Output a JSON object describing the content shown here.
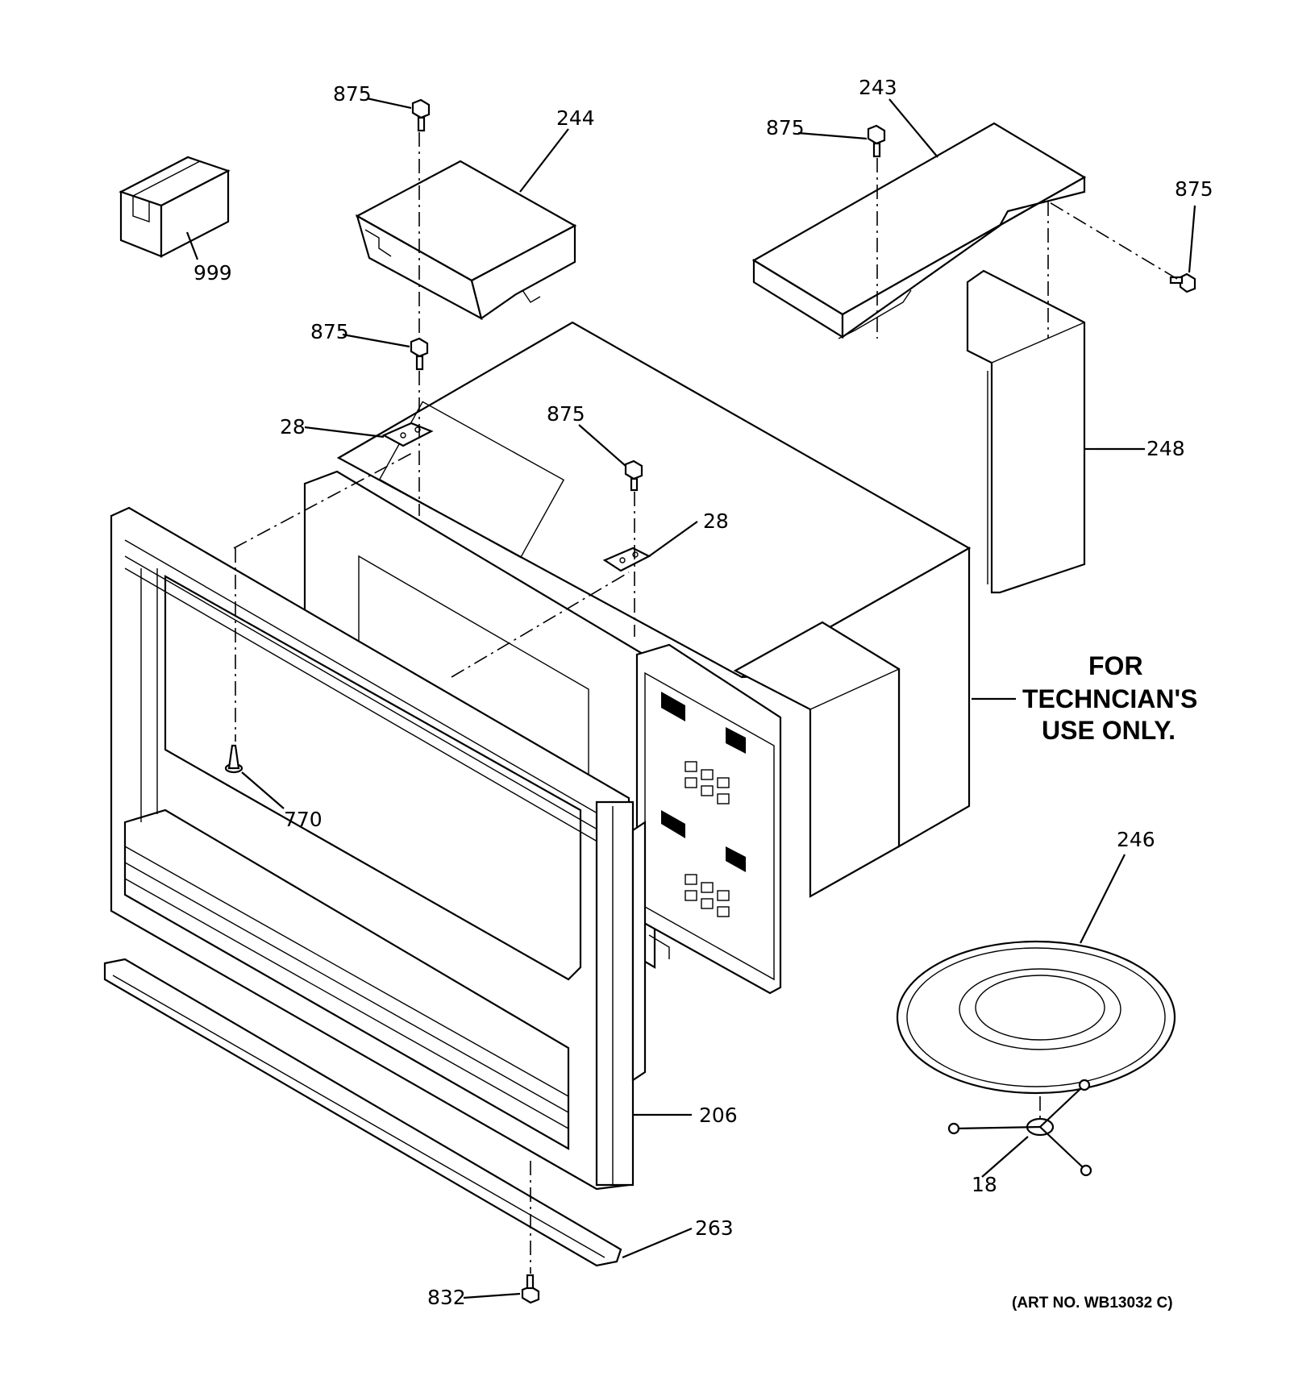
{
  "callouts": {
    "c875_a": "875",
    "c244": "244",
    "c875_b": "875",
    "c243": "243",
    "c875_c": "875",
    "c999": "999",
    "c875_d": "875",
    "c28_a": "28",
    "c875_e": "875",
    "c28_b": "28",
    "c248": "248",
    "c770": "770",
    "c246": "246",
    "c206": "206",
    "c18": "18",
    "c263": "263",
    "c832": "832"
  },
  "note": {
    "line1": "FOR",
    "line2": "TECHNCIAN'S",
    "line3": "USE ONLY."
  },
  "art_number": "(ART NO. WB13032 C)"
}
